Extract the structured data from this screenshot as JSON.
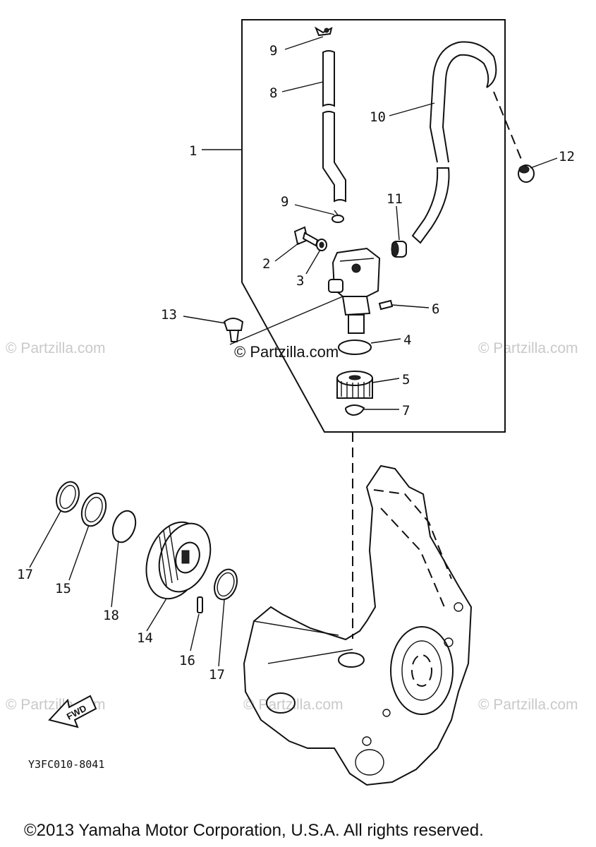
{
  "callouts": [
    {
      "id": "c9a",
      "label": "9"
    },
    {
      "id": "c8",
      "label": "8"
    },
    {
      "id": "c10",
      "label": "10"
    },
    {
      "id": "c1",
      "label": "1"
    },
    {
      "id": "c12",
      "label": "12"
    },
    {
      "id": "c9b",
      "label": "9"
    },
    {
      "id": "c11",
      "label": "11"
    },
    {
      "id": "c2",
      "label": "2"
    },
    {
      "id": "c3",
      "label": "3"
    },
    {
      "id": "c6",
      "label": "6"
    },
    {
      "id": "c13",
      "label": "13"
    },
    {
      "id": "c4",
      "label": "4"
    },
    {
      "id": "c5",
      "label": "5"
    },
    {
      "id": "c7",
      "label": "7"
    },
    {
      "id": "c17a",
      "label": "17"
    },
    {
      "id": "c15",
      "label": "15"
    },
    {
      "id": "c18",
      "label": "18"
    },
    {
      "id": "c14",
      "label": "14"
    },
    {
      "id": "c16",
      "label": "16"
    },
    {
      "id": "c17b",
      "label": "17"
    }
  ],
  "watermark": "© Partzilla.com",
  "direction_marker": "FWD",
  "diagram_code": "Y3FC010-8041",
  "copyright": "©2013 Yamaha Motor Corporation, U.S.A. All rights reserved."
}
